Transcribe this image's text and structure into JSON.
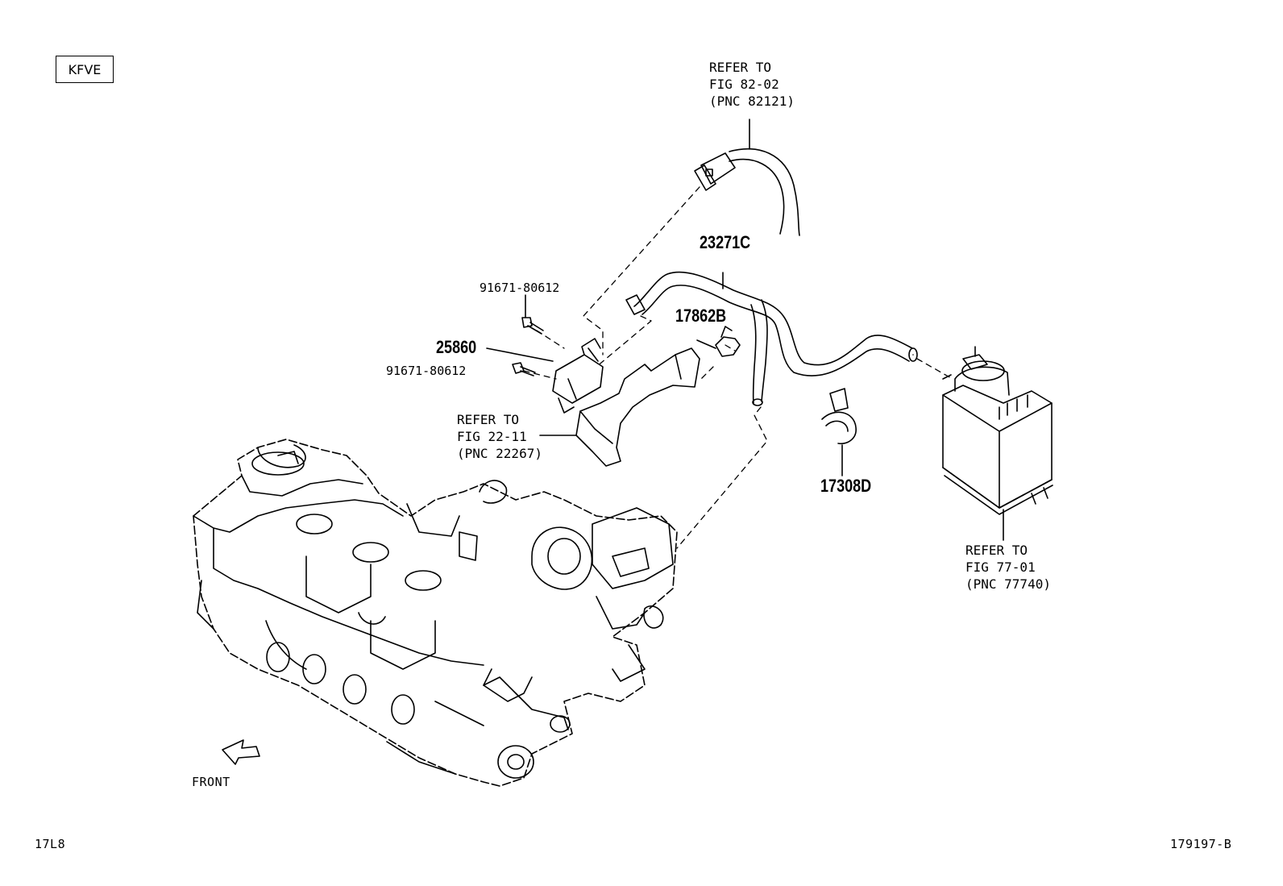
{
  "header": {
    "engine_code": "KFVE"
  },
  "labels": {
    "refer_top": [
      "REFER TO",
      "FIG 82-02",
      "(PNC 82121)"
    ],
    "part_23271c": "23271C",
    "part_91671_upper": "91671-80612",
    "part_17862b": "17862B",
    "part_25860": "25860",
    "part_91671_lower": "91671-80612",
    "refer_mid": [
      "REFER TO",
      "FIG 22-11",
      "(PNC 22267)"
    ],
    "part_17308d": "17308D",
    "refer_right": [
      "REFER TO",
      "FIG 77-01",
      "(PNC 77740)"
    ],
    "front": "FRONT"
  },
  "footer": {
    "left_code": "17L8",
    "right_code": "179197-B"
  }
}
